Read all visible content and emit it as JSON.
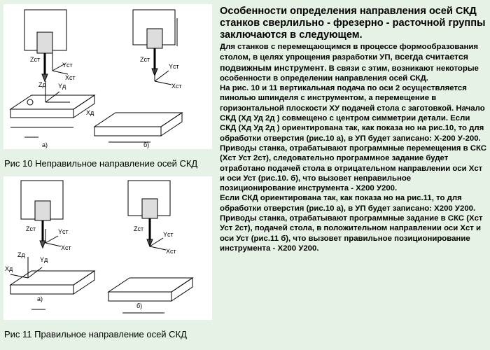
{
  "figures": {
    "fig10": {
      "caption": "Рис 10 Неправильное направление осей СКД",
      "sub_a": "а)",
      "sub_b": "б)"
    },
    "fig11": {
      "caption": "Рис 11 Правильное направление осей СКД",
      "sub_a": "а)",
      "sub_b": "б)"
    },
    "axis_labels": {
      "z_st": "Zст",
      "y_st": "Yст",
      "x_st": "Xст",
      "z_d": "Zд",
      "y_d": "Yд",
      "x_d": "Xд"
    }
  },
  "text": {
    "heading": "Особенности определения направления осей СКД станков сверлильно - фрезерно - расточной группы заключаются в следующем.",
    "p1_start": "Для станков с перемещающимся в процессе формообразования столом, в целях упрощения разработки УП, ",
    "p1_emph": "всегда считается подвижным инструмент",
    "p1_end": ". В связи с этим, возникают некоторые особенности в определении направления осей СКД.",
    "p2": "На рис. 10 и 11 вертикальная подача по оси 2 осуществляется пинолью шпинделя с инструментом, а перемещение в горизонтальной плоскости ХУ подачей стола с заготовкой. Начало СКД (Хд Уд 2д ) совмещено с центром симметрии детали. Если СКД  (Хд Уд 2д ) ориентирована так, как показа но на рис.10, то для обработки отверстия (рис.10 а), в УП будет записано: Х-200 У-200. Приводы станка, отрабатывают программные перемещения в СКС (Хст Уст 2ст), следовательно программное задание будет отработано подачей стола в отрицательном направлении оси Хст и оси Уст (рис.10. б), что вызовет неправильное позиционирование инструмента - Х200 У200.",
    "p3": "Если СКД ориентирована так, как показа но на рис.11, то для обработки отверстия (рис.10 а), в УП будет записано: Х200 У200. Приводы станка, отрабатывают программные задание в СКС (Хст Уст 2ст), подачей стола, в положительном направлении оси Хст и оси Уст (рис.11 б), что вызовет правильное позиционирование инструмента - Х200 У200."
  }
}
